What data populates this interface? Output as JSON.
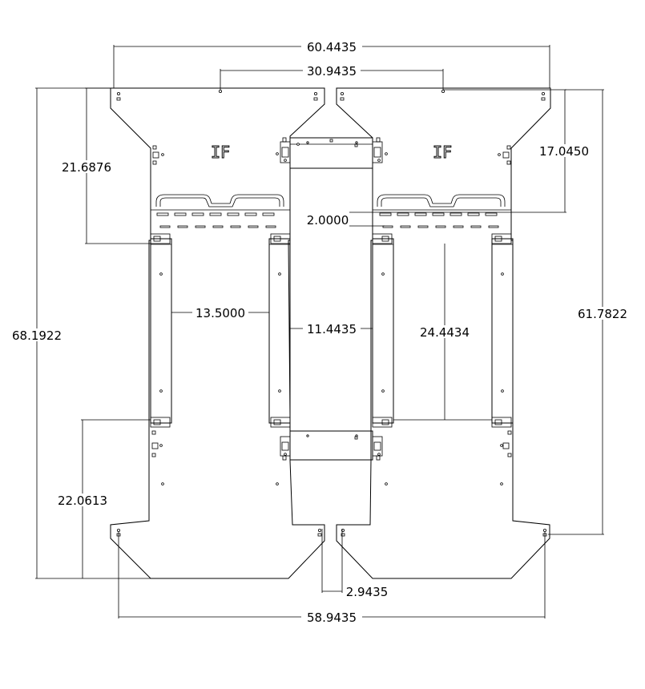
{
  "part_marks": {
    "left": "IF",
    "right": "IF"
  },
  "dimensions": {
    "overall_top_width": "60.4435",
    "inner_top_width": "30.9435",
    "top_section_height": "21.6876",
    "right_top_height": "17.0450",
    "slot_offset": "2.0000",
    "overall_height": "68.1922",
    "right_height": "61.7822",
    "left_channel_gap": "13.5000",
    "center_gap": "11.4435",
    "right_vertical": "24.4434",
    "bottom_section_height": "22.0613",
    "bottom_center_gap": "2.9435",
    "overall_bottom_width": "58.9435"
  }
}
